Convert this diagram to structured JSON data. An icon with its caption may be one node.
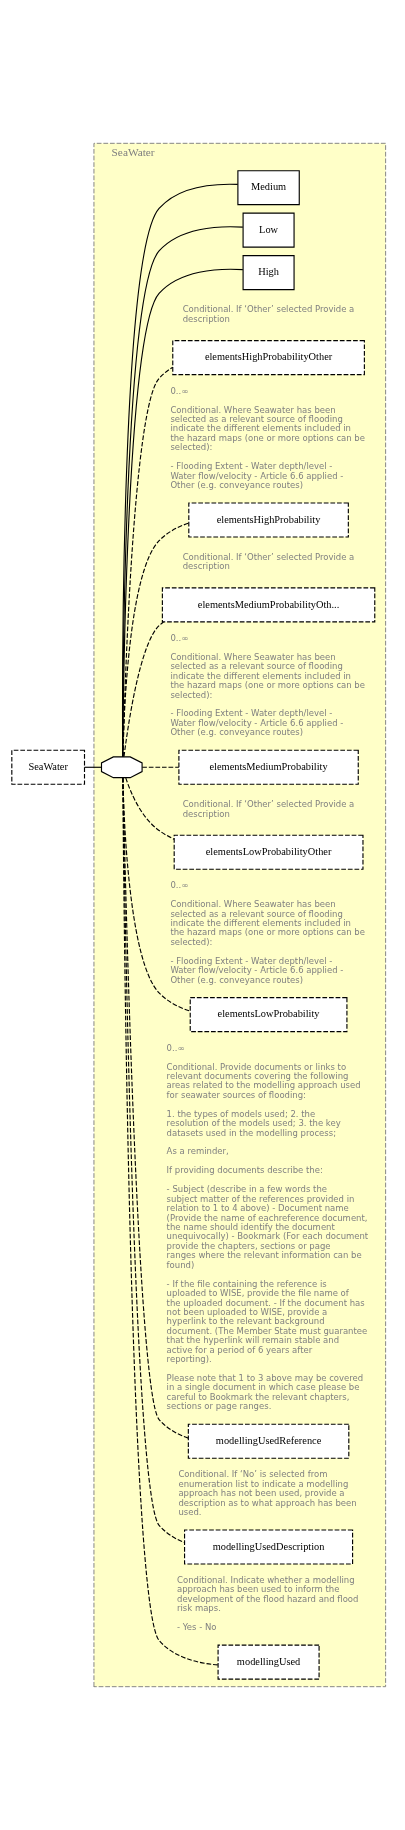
{
  "diagram": {
    "nodes": [
      {
        "text": [
          "SeaWater"
        ]
      },
      {
        "text": [
          "SeaWater"
        ]
      },
      {
        "text": [],
        "shape": "octagon",
        "in": 1
      },
      {
        "text": [
          "modellingUsed"
        ],
        "in": 1,
        "beside": [
          "Conditional. Indicate whether a modelling approach has been used to inform the development of the flood hazard and flood risk maps.",
          "- Yes - No"
        ]
      },
      {
        "text": [
          "modellingUsedDescription"
        ],
        "in": 1,
        "beside": [
          "Conditional. If ‘No’ is selected from enumeration list to indicate a modelling approach has not been used, provide a description as to what approach has been used."
        ]
      },
      {
        "text": [
          "modellingUsedReference"
        ],
        "in": 1,
        "beside": [
          "0..∞",
          "Conditional. Provide documents or links to relevant documents covering the following areas related to the modelling approach used for seawater sources of flooding:",
          "1. the types of models used; 2. the resolution of the models used; 3. the key datasets used in the modelling process;",
          "As a reminder,",
          "If providing documents describe the:",
          "- Subject (describe in a few words the subject matter of the references provided in relation to 1 to 4 above) - Document name (Provide the name of eachreference document, the name should identify the document unequivocally) - Bookmark (For each document provide the chapters, sections or page ranges where the relevant information can be found)",
          "- If the file containing the reference is uploaded to WISE, provide the file name of the uploaded document. - If the document has not been uploaded to WISE, provide a hyperlink to the relevant background document. (The Member State must guarantee that the hyperlink will remain stable and active for a period of 6 years after reporting).",
          "Please note that 1 to 3 above may be covered in a single document in which case please be careful to Bookmark the relevant chapters, sections or page ranges."
        ]
      },
      {
        "text": [
          "elementsLowProbability"
        ],
        "in": 1,
        "beside": [
          "0..∞",
          "Conditional. Where Seawater has been selected as a relevant source of flooding indicate the different elements included in the hazard maps (one or more options can be selected):",
          "- Flooding Extent - Water depth/level - Water flow/velocity - Article 6.6 applied - Other (e.g. conveyance routes)"
        ]
      },
      {
        "text": [
          "elementsLowProbabilityOther"
        ],
        "in": 1,
        "beside": [
          "Conditional. If ‘Other’ selected Provide a description"
        ]
      },
      {
        "text": [
          "elementsMediumProbability"
        ],
        "in": 1,
        "beside": [
          "0..∞",
          "Conditional. Where Seawater has been selected as a relevant source of flooding indicate the different elements included in the hazard maps (one or more options can be selected):",
          "- Flooding Extent - Water depth/level - Water flow/velocity - Article 6.6 applied - Other (e.g. conveyance routes)"
        ]
      },
      {
        "text": [
          "elementsMediumProbabilityOth..."
        ],
        "in": 1,
        "beside": [
          "Conditional. If ‘Other’ selected Provide a description"
        ]
      },
      {
        "text": [
          "elementsHighProbability"
        ],
        "in": 1,
        "beside": [
          "0..∞",
          "Conditional. Where Seawater has been selected as a relevant source of flooding indicate the different elements included in the hazard maps (one or more options can be selected):",
          "- Flooding Extent - Water depth/level - Water flow/velocity - Article 6.6 applied - Other (e.g. conveyance routes)"
        ]
      },
      {
        "text": [
          "elementsHighProbabilityOther"
        ],
        "in": 1,
        "beside": [
          "Conditional. If ‘Other’ selected Provide a description"
        ]
      },
      {
        "text": [
          "High"
        ],
        "in": 1
      },
      {
        "text": [
          "Low"
        ],
        "in": 1
      },
      {
        "text": [
          "Medium"
        ],
        "in": 1
      }
    ],
    "edges": [
      {
        "from": 0,
        "to": 2,
        "arrow": "none"
      },
      {
        "from": 2,
        "to": 3,
        "arrow": "none",
        "style": "dashed"
      },
      {
        "from": 2,
        "to": 4,
        "arrow": "none",
        "style": "dashed"
      },
      {
        "from": 2,
        "to": 5,
        "arrow": "none",
        "style": "dashed"
      },
      {
        "from": 2,
        "to": 6,
        "arrow": "none",
        "style": "dashed"
      },
      {
        "from": 2,
        "to": 7,
        "arrow": "none",
        "style": "dashed"
      },
      {
        "from": 2,
        "to": 8,
        "arrow": "none",
        "style": "dashed"
      },
      {
        "from": 2,
        "to": 9,
        "arrow": "none",
        "style": "dashed"
      },
      {
        "from": 2,
        "to": 10,
        "arrow": "none",
        "style": "dashed"
      },
      {
        "from": 2,
        "to": 11,
        "arrow": "none",
        "style": "dashed"
      },
      {
        "from": 2,
        "to": 12,
        "arrow": "none"
      },
      {
        "from": 2,
        "to": 13,
        "arrow": "none"
      },
      {
        "from": 2,
        "to": 14,
        "arrow": "none"
      }
    ]
  }
}
